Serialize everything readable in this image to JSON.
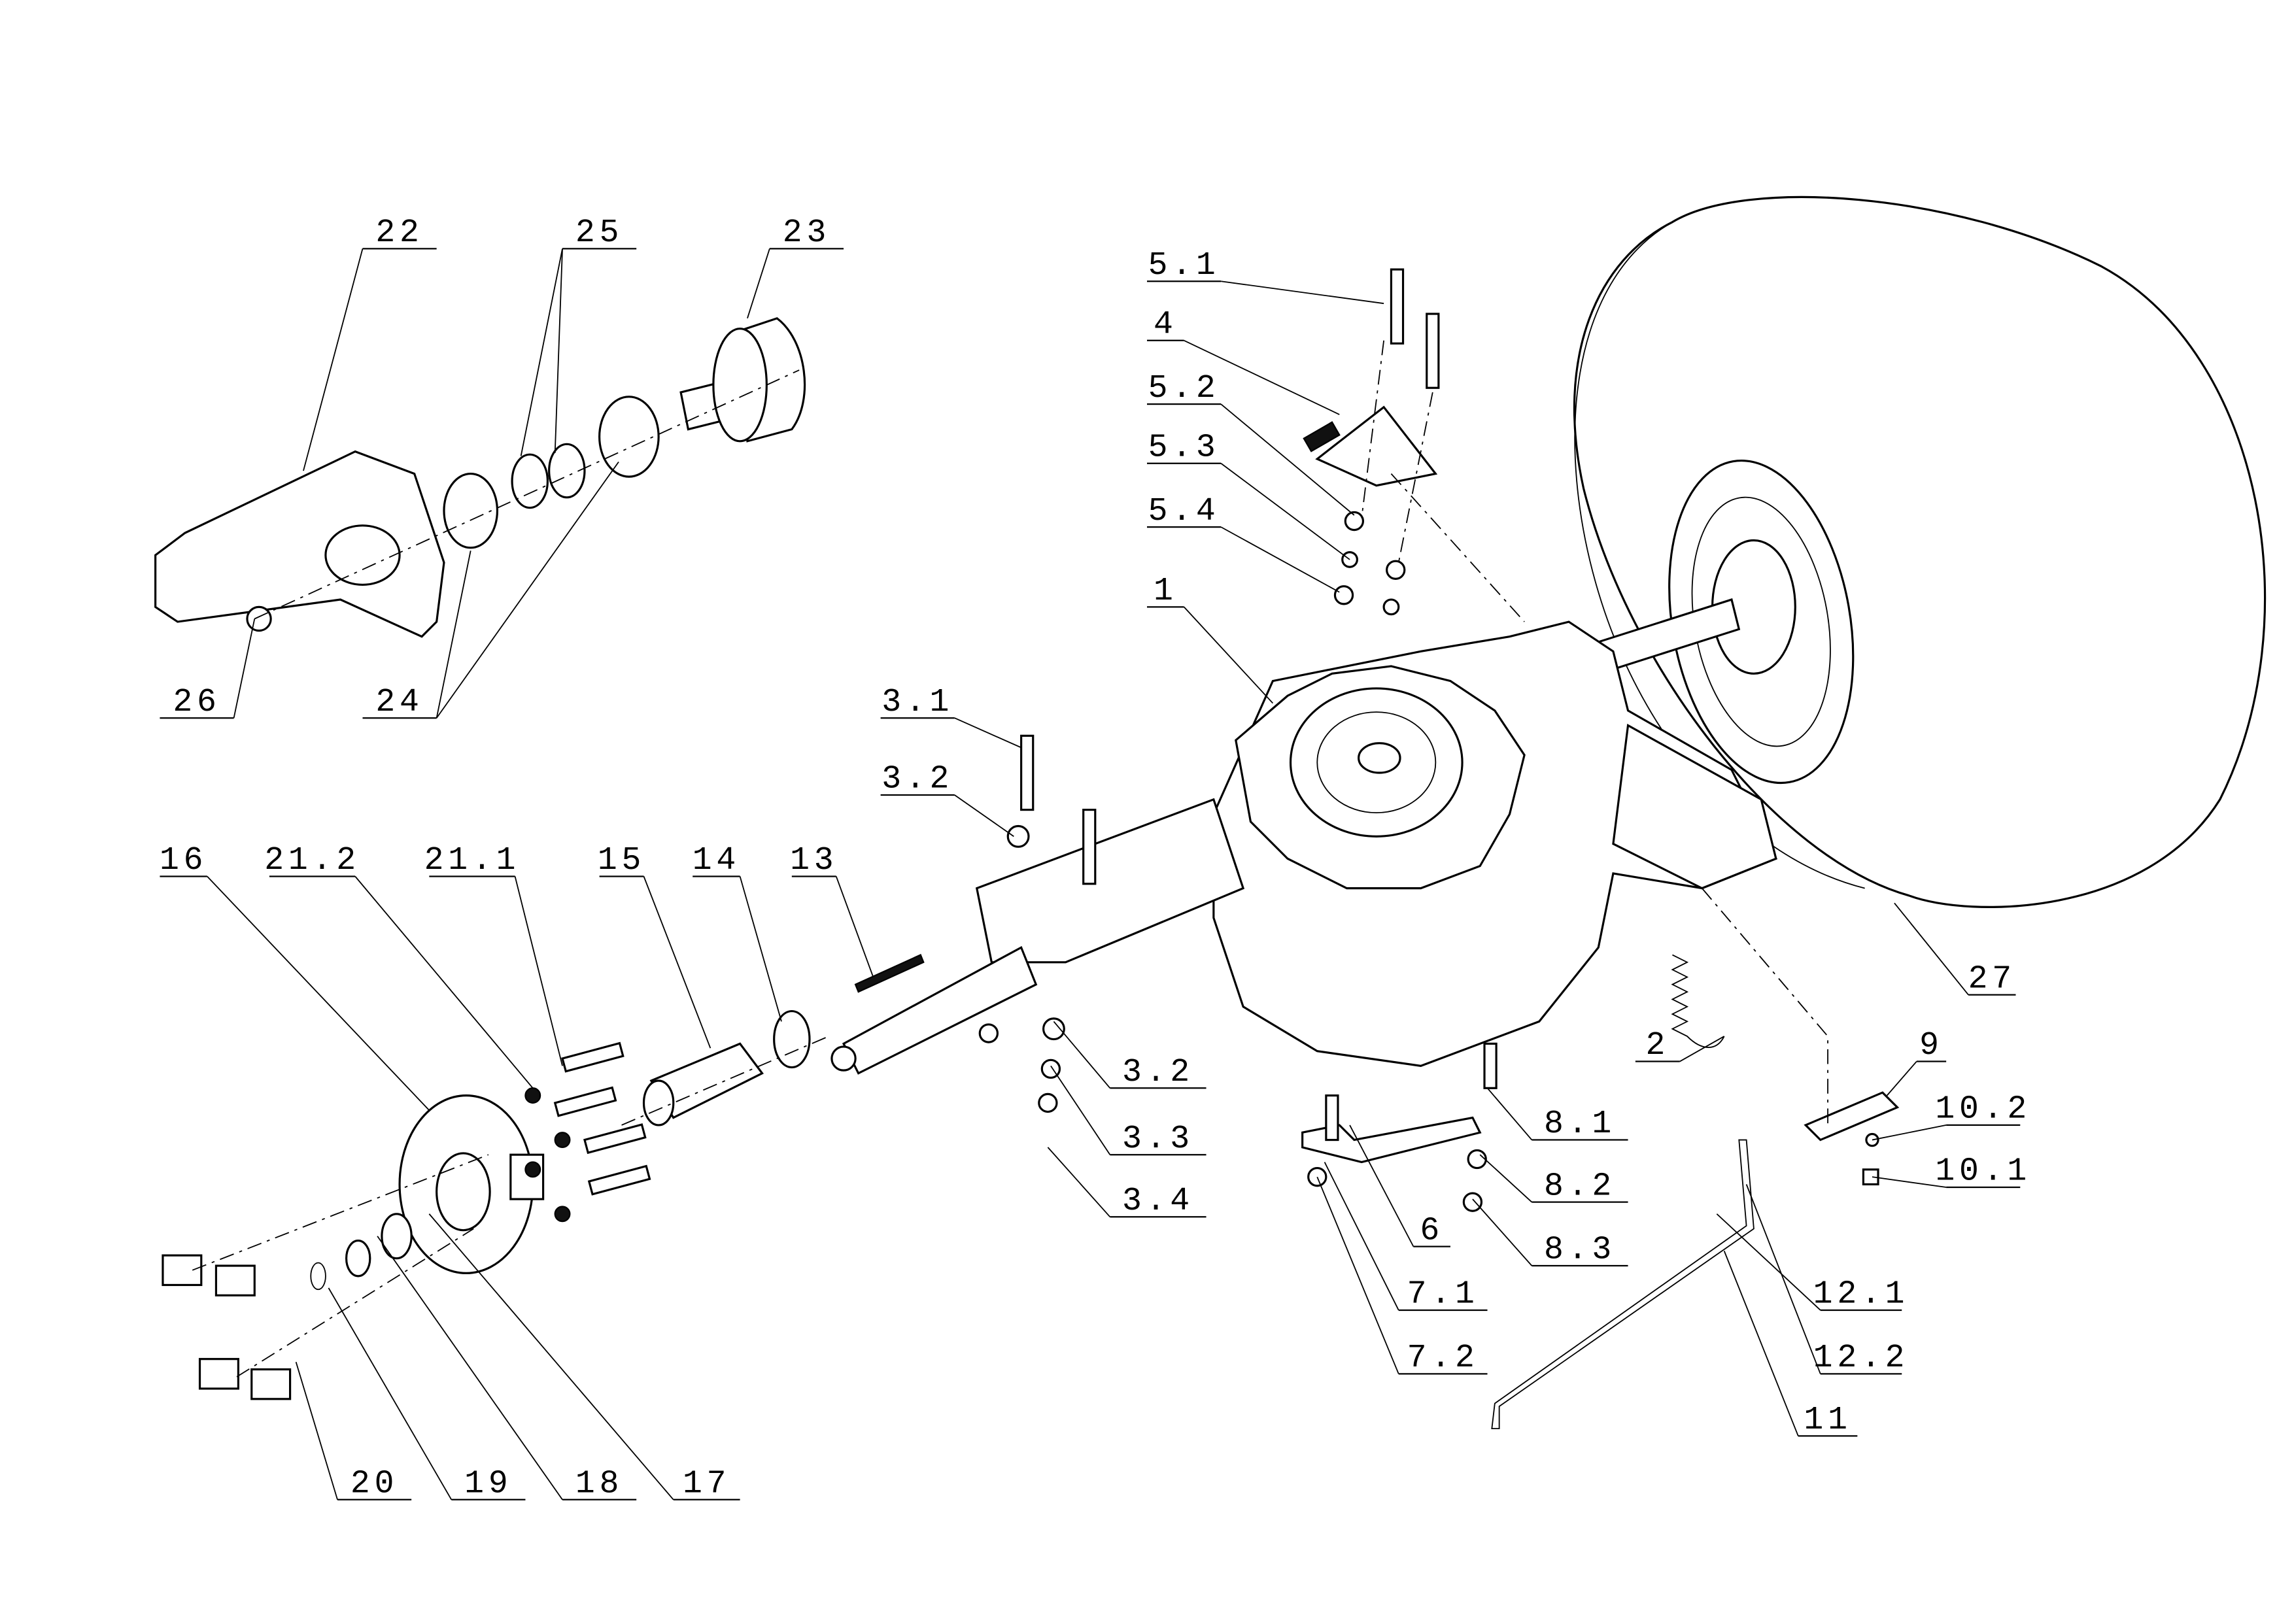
{
  "diagram": {
    "type": "exploded-parts-diagram",
    "labels": [
      "22",
      "25",
      "23",
      "26",
      "24",
      "5.1",
      "4",
      "5.2",
      "5.3",
      "5.4",
      "1",
      "3.1",
      "3.2",
      "16",
      "21.2",
      "21.1",
      "15",
      "14",
      "13",
      "2",
      "27",
      "9",
      "10.2",
      "10.1",
      "3.2",
      "3.3",
      "3.4",
      "8.1",
      "8.2",
      "8.3",
      "6",
      "7.1",
      "7.2",
      "12.1",
      "12.2",
      "11",
      "20",
      "19",
      "18",
      "17"
    ]
  }
}
